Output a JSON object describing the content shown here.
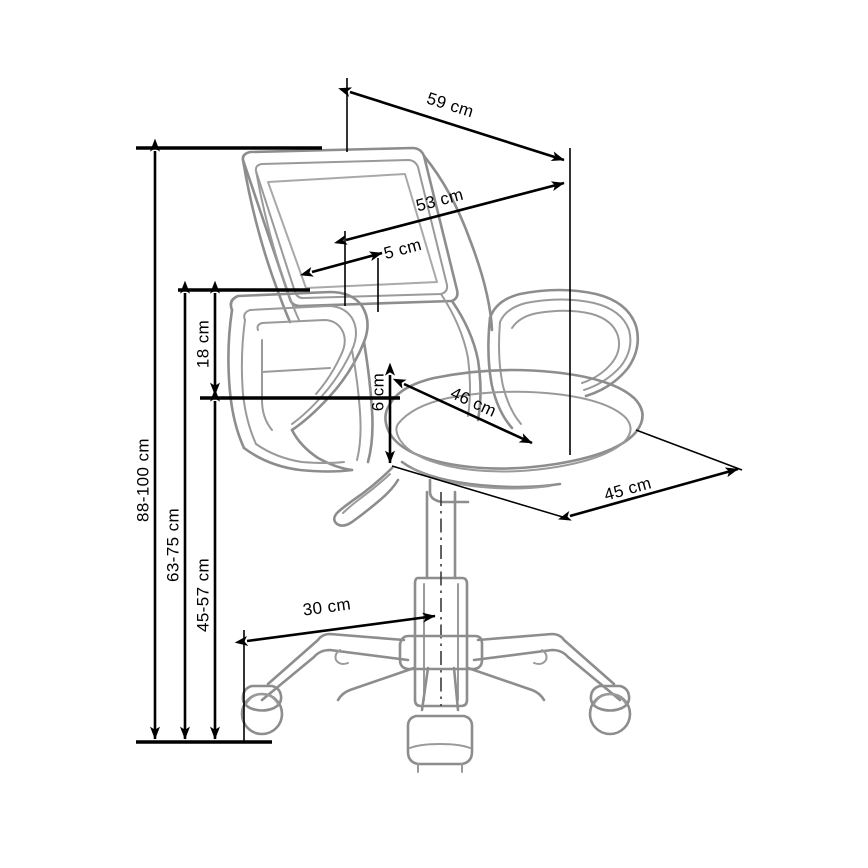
{
  "drawing": {
    "title": "Office chair technical dimension drawing",
    "subject": "swivel office chair with mesh backrest, armrests and 5-star caster base",
    "units": "cm",
    "line_color": "#8d8d8d",
    "dimension_color": "#000000",
    "background_color": "#ffffff"
  },
  "dimensions": {
    "overall_width": {
      "label": "59 cm",
      "value": 59,
      "unit": "cm",
      "orientation": "diagonal",
      "describes": "overall width across backrest top"
    },
    "backrest_width": {
      "label": "53 cm",
      "value": 53,
      "unit": "cm",
      "orientation": "diagonal",
      "describes": "backrest width"
    },
    "backrest_gap": {
      "label": "5 cm",
      "value": 5,
      "unit": "cm",
      "orientation": "diagonal",
      "describes": "small offset at backrest edge"
    },
    "armrest_height": {
      "label": "18 cm",
      "value": 18,
      "unit": "cm",
      "orientation": "vertical",
      "describes": "armrest height above seat"
    },
    "seat_thickness": {
      "label": "6 cm",
      "value": 6,
      "unit": "cm",
      "orientation": "vertical",
      "describes": "seat pad thickness"
    },
    "seat_width": {
      "label": "46 cm",
      "value": 46,
      "unit": "cm",
      "orientation": "diagonal",
      "describes": "seat width"
    },
    "seat_depth": {
      "label": "45 cm",
      "value": 45,
      "unit": "cm",
      "orientation": "diagonal",
      "describes": "seat depth"
    },
    "base_radius": {
      "label": "30 cm",
      "value": 30,
      "unit": "cm",
      "orientation": "diagonal",
      "describes": "base radius from column centre to caster"
    },
    "total_height": {
      "label": "88-100 cm",
      "min": 88,
      "max": 100,
      "unit": "cm",
      "orientation": "vertical",
      "describes": "total chair height range"
    },
    "backrest_top_height": {
      "label": "63-75 cm",
      "min": 63,
      "max": 75,
      "unit": "cm",
      "orientation": "vertical",
      "describes": "height to armrest top range"
    },
    "seat_height": {
      "label": "45-57 cm",
      "min": 45,
      "max": 57,
      "unit": "cm",
      "orientation": "vertical",
      "describes": "seat height range"
    }
  }
}
